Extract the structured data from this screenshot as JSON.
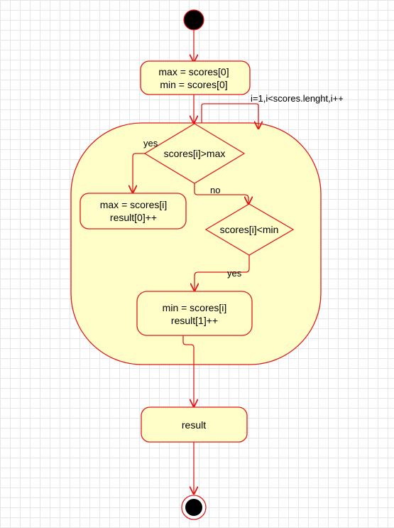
{
  "colors": {
    "stroke": "#e01b1b",
    "fill": "#fffdc8",
    "start": "#000000",
    "grid": "#e6e6e6"
  },
  "nodes": {
    "init_line1": "max = scores[0]",
    "init_line2": "min = scores[0]",
    "decision_max": "scores[i]>max",
    "update_max_line1": "max = scores[i]",
    "update_max_line2": "result[0]++",
    "decision_min": "scores[i]<min",
    "update_min_line1": "min = scores[i]",
    "update_min_line2": "result[1]++",
    "result": "result"
  },
  "edge_labels": {
    "loop": "i=1,i<scores.lenght,i++",
    "yes_max": "yes",
    "no_max": "no",
    "yes_min": "yes"
  }
}
